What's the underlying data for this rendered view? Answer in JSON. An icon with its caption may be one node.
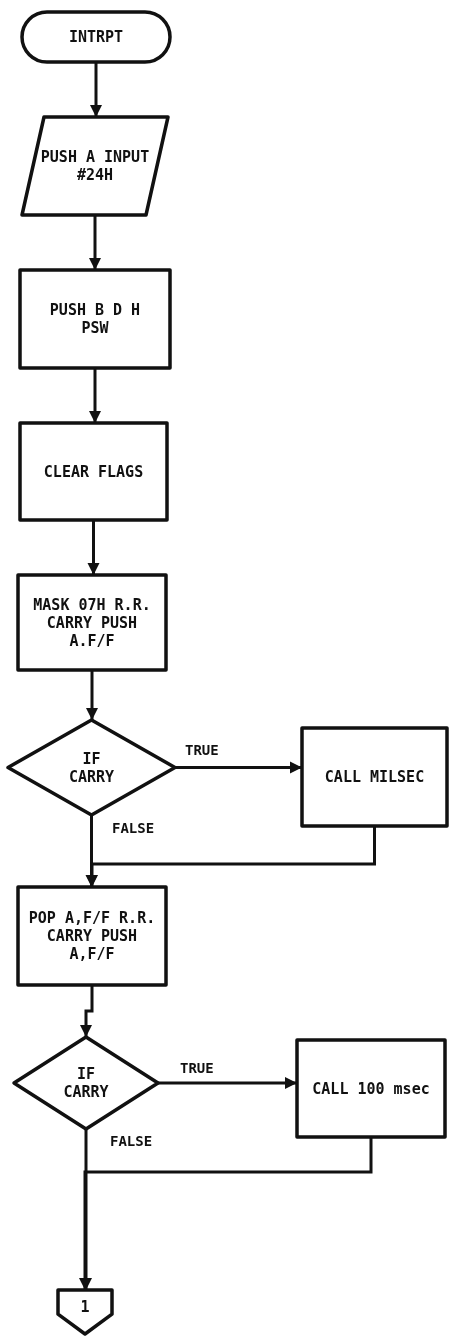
{
  "diagram": {
    "nodes": [
      {
        "text": [
          "INTRPT"
        ]
      },
      {
        "text": [
          "PUSH A INPUT #24H"
        ]
      },
      {
        "text": [
          "PUSH B D H PSW"
        ]
      },
      {
        "text": [
          "CLEAR FLAGS"
        ]
      },
      {
        "text": [
          "MASK 07H R.R. CARRY PUSH A.F/F"
        ]
      },
      {
        "text": [
          "IF CARRY"
        ]
      },
      {
        "text": [
          "CALL MILSEC"
        ]
      },
      {
        "text": [
          "POP A,F/F R.R. CARRY PUSH A,F/F"
        ]
      },
      {
        "text": [
          "IF CARRY"
        ]
      },
      {
        "text": [
          "CALL 100 msec"
        ]
      },
      {
        "text": [
          "1"
        ]
      }
    ],
    "edges": [
      {
        "from": 0,
        "to": 1,
        "arrow": "to"
      },
      {
        "from": 1,
        "to": 2,
        "arrow": "to"
      },
      {
        "from": 2,
        "to": 3,
        "arrow": "to"
      },
      {
        "from": 3,
        "to": 4,
        "arrow": "to"
      },
      {
        "from": 4,
        "to": 5,
        "arrow": "to"
      },
      {
        "from": 5,
        "to": 6,
        "arrow": "to",
        "label": "TRUE"
      },
      {
        "from": 5,
        "to": 7,
        "arrow": "to",
        "label": "FALSE"
      },
      {
        "from": 6,
        "to": 7,
        "arrow": "to"
      },
      {
        "from": 7,
        "to": 8,
        "arrow": "to"
      },
      {
        "from": 8,
        "to": 9,
        "arrow": "to",
        "label": "TRUE"
      },
      {
        "from": 8,
        "to": 10,
        "arrow": "to",
        "label": "FALSE"
      },
      {
        "from": 9,
        "to": 10,
        "arrow": "to"
      }
    ]
  }
}
